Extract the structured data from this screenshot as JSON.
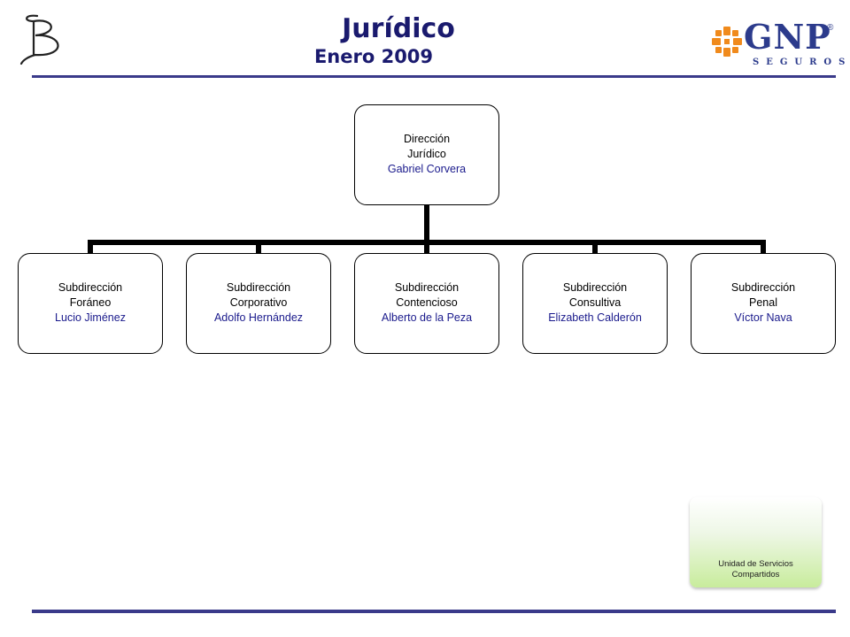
{
  "header": {
    "title": "Jurídico",
    "subtitle": "Enero 2009",
    "brand_right": {
      "word": "GNP",
      "registered": "®",
      "tag": "SEGUROS"
    },
    "colors": {
      "title": "#1a1a6e",
      "rule": "#3a3a8a",
      "brand": "#2c3b8c",
      "brand_icon": "#f08a1c"
    },
    "icons": {
      "left_logo": "b-letter-logo",
      "right_logo": "gnp-logo"
    }
  },
  "org": {
    "root": {
      "line1": "Dirección",
      "line2": "Jurídico",
      "name": "Gabriel Corvera"
    },
    "children": [
      {
        "line1": "Subdirección",
        "line2": "Foráneo",
        "name": "Lucio Jiménez"
      },
      {
        "line1": "Subdirección",
        "line2": "Corporativo",
        "name": "Adolfo Hernández"
      },
      {
        "line1": "Subdirección",
        "line2": "Contencioso",
        "name": "Alberto de la Peza"
      },
      {
        "line1": "Subdirección",
        "line2": "Consultiva",
        "name": "Elizabeth Calderón"
      },
      {
        "line1": "Subdirección",
        "line2": "Penal",
        "name": "Víctor Nava"
      }
    ]
  },
  "footer_badge": {
    "line1": "Unidad de Servicios",
    "line2": "Compartidos"
  }
}
